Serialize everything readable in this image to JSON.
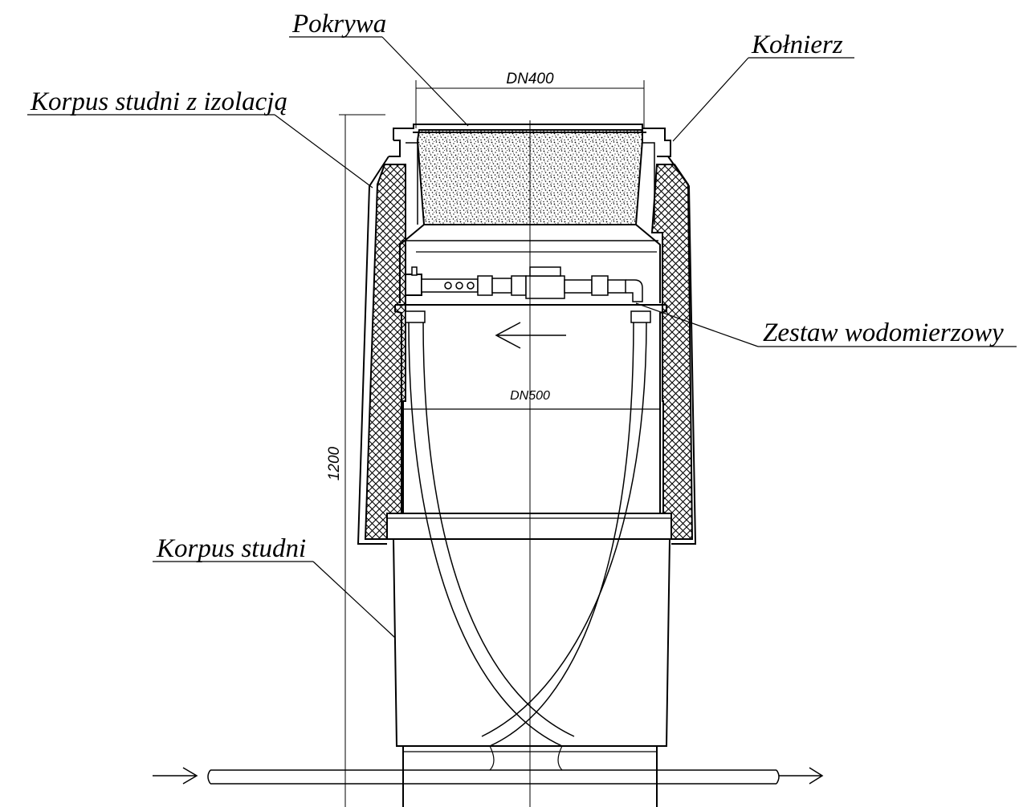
{
  "labels": {
    "cover": "Pokrywa",
    "flange": "Kołnierz",
    "insulated_body": "Korpus studni z izolacją",
    "meter_set": "Zestaw wodomierzowy",
    "well_body": "Korpus studni"
  },
  "dimensions": {
    "cover_diameter": "DN400",
    "body_diameter": "DN500",
    "height": "1200"
  },
  "colors": {
    "line": "#000000",
    "background": "#ffffff"
  },
  "icons": {
    "flow_in": "arrow-right-icon",
    "flow_out": "arrow-right-icon",
    "flow_direction": "arrow-left-icon"
  }
}
